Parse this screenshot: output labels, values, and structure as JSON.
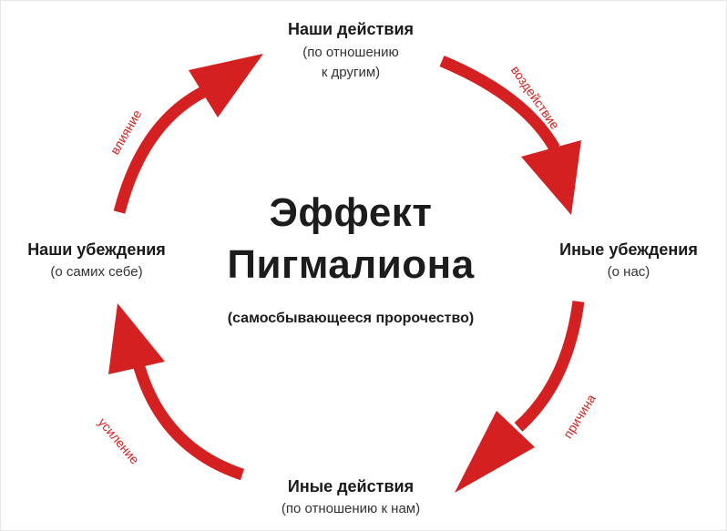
{
  "title_line1": "Эффект",
  "title_line2": "Пигмалиона",
  "subtitle": "(самосбывающееся пророчество)",
  "nodes": {
    "top": {
      "title": "Наши действия",
      "sub1": "(по отношению",
      "sub2": "к другим)"
    },
    "right": {
      "title": "Иные убеждения",
      "sub": "(о нас)"
    },
    "bottom": {
      "title": "Иные действия",
      "sub": "(по отношению к нам)"
    },
    "left": {
      "title": "Наши убеждения",
      "sub": "(о самих себе)"
    }
  },
  "edges": {
    "top_right": "воздействие",
    "right_bottom": "причина",
    "bottom_left": "усиление",
    "left_top": "влияние"
  },
  "colors": {
    "arrow": "#d42020",
    "text": "#1a1a1a"
  }
}
